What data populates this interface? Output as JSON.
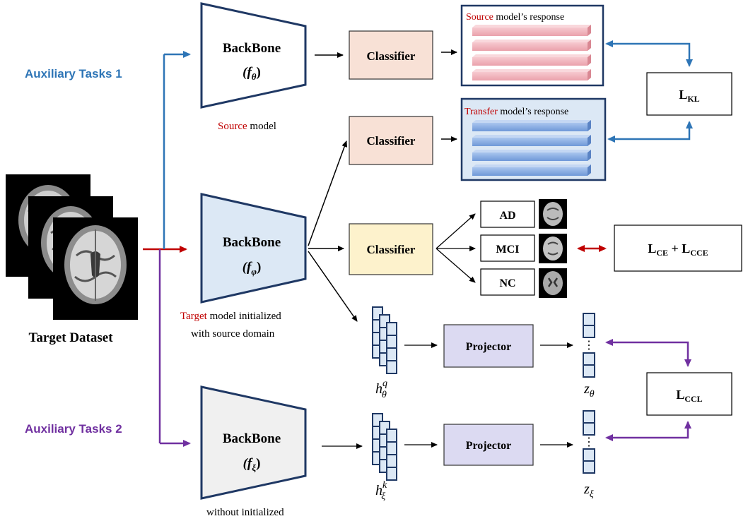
{
  "aux1": {
    "label": "Auxiliary Tasks 1",
    "color": "#2e75b6"
  },
  "aux2": {
    "label": "Auxiliary Tasks 2",
    "color": "#7030a0"
  },
  "target_color": "#c00000",
  "dataset_label": "Target Dataset",
  "backbones": [
    {
      "title": "BackBone",
      "fn": "(f",
      "sub": "θ",
      "close": ")",
      "fill": "#ffffff"
    },
    {
      "title": "BackBone",
      "fn": "(f",
      "sub": "φ",
      "close": ")",
      "fill": "#dce8f5"
    },
    {
      "title": "BackBone",
      "fn": "(f",
      "sub": "ξ",
      "close": ")",
      "fill": "#f0f0f0"
    }
  ],
  "captions": {
    "source_red": "Source",
    "source_rest": " model",
    "target_red": "Target",
    "target_rest": " model initialized",
    "target_line2": "with source domain",
    "without": "without initialized"
  },
  "classifier_label": "Classifier",
  "source_response": {
    "red": "Source",
    "rest": " model’s response"
  },
  "transfer_response": {
    "red": "Transfer",
    "rest": " model’s response"
  },
  "classes": [
    "AD",
    "MCI",
    "NC"
  ],
  "losses": {
    "kl_main": "L",
    "kl_sub": "KL",
    "ce_main1": "L",
    "ce_sub1": "CE",
    "ce_plus": " + ",
    "ce_main2": "L",
    "ce_sub2": "CCE",
    "ccl_main": "L",
    "ccl_sub": "CCL"
  },
  "projector_label": "Projector",
  "features": {
    "hq_base": "h",
    "hq_sub": "θ",
    "hq_sup": "q",
    "hk_base": "h",
    "hk_sub": "ξ",
    "hk_sup": "k",
    "z1_base": "z",
    "z1_sub": "θ",
    "z2_base": "z",
    "z2_sub": "ξ"
  },
  "dots": "⋮"
}
